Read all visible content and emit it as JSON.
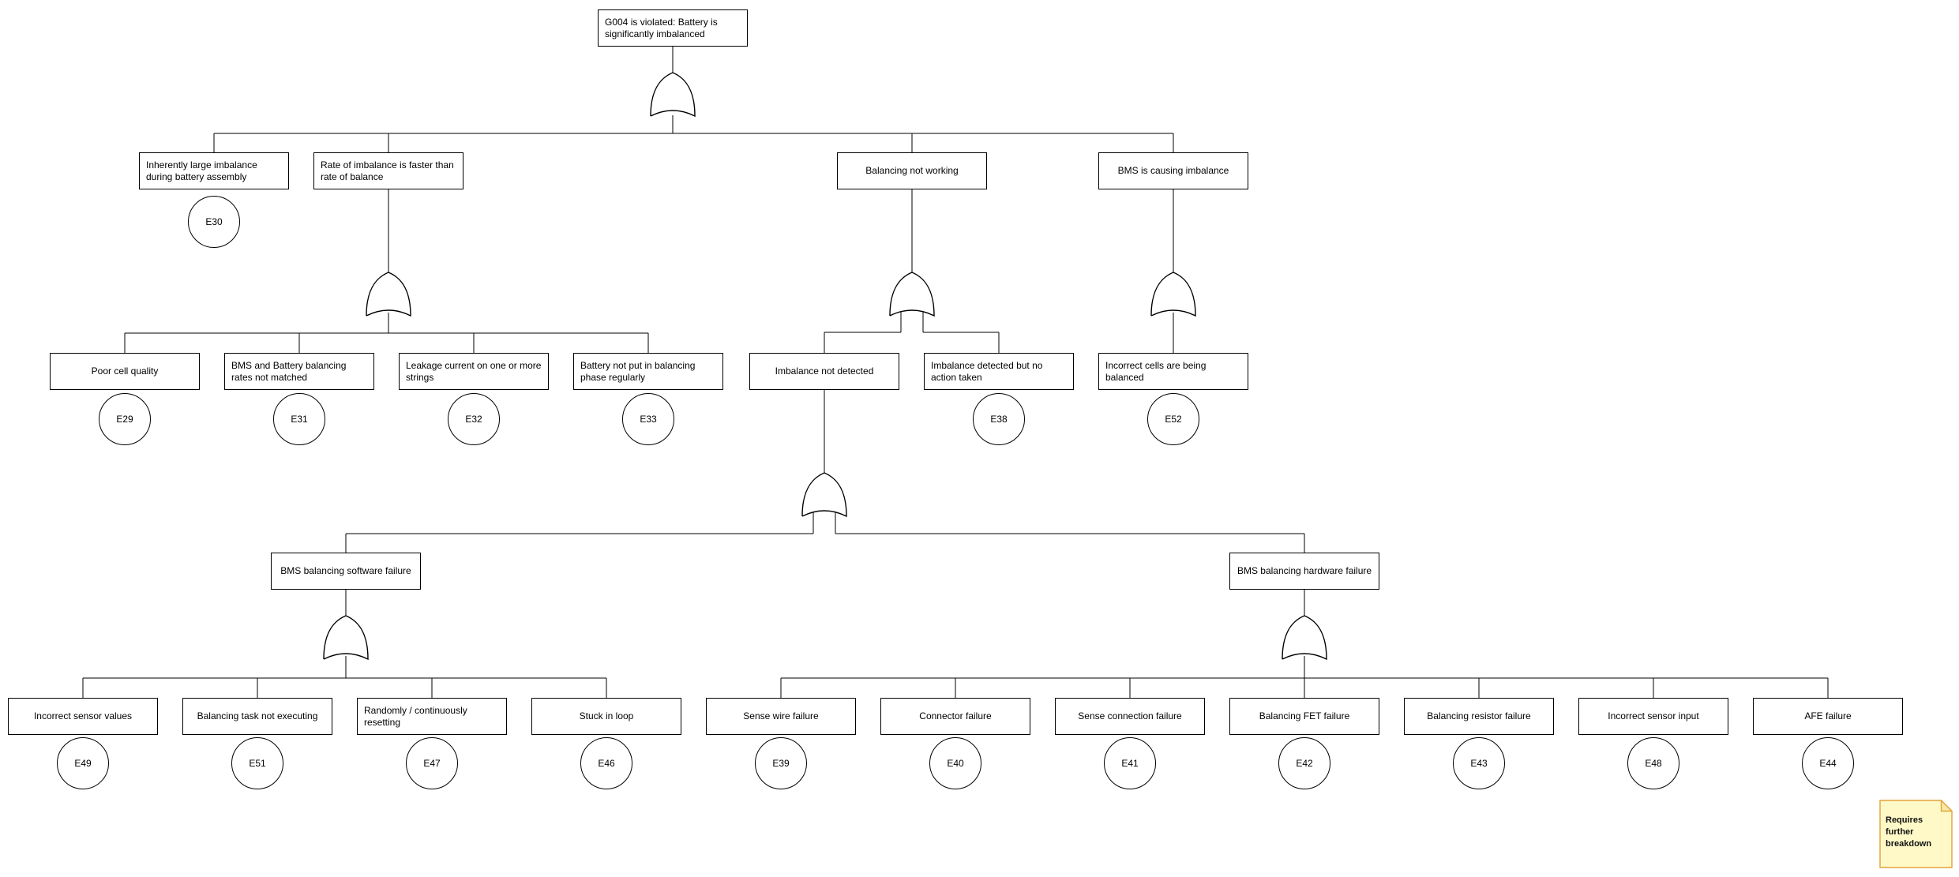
{
  "diagram_type": "fault-tree",
  "gate_type": "OR",
  "nodes": [
    {
      "id": "n1",
      "label": "G004 is violated: Battery is significantly imbalanced"
    },
    {
      "id": "n2",
      "label": "Inherently large imbalance during battery assembly",
      "code": "E30"
    },
    {
      "id": "n3",
      "label": "Rate of imbalance is faster than rate of balance"
    },
    {
      "id": "n4",
      "label": "Balancing not working"
    },
    {
      "id": "n5",
      "label": "BMS is causing imbalance"
    },
    {
      "id": "n6",
      "label": "Poor cell quality",
      "code": "E29"
    },
    {
      "id": "n7",
      "label": "BMS and Battery balancing rates not matched",
      "code": "E31"
    },
    {
      "id": "n8",
      "label": "Leakage current on one or more strings",
      "code": "E32"
    },
    {
      "id": "n9",
      "label": "Battery not put in balancing phase regularly",
      "code": "E33"
    },
    {
      "id": "n10",
      "label": "Imbalance not detected"
    },
    {
      "id": "n11",
      "label": "Imbalance detected but no action taken",
      "code": "E38"
    },
    {
      "id": "n12",
      "label": "Incorrect cells are being balanced",
      "code": "E52"
    },
    {
      "id": "n13",
      "label": "BMS balancing software failure"
    },
    {
      "id": "n14",
      "label": "BMS balancing hardware failure"
    },
    {
      "id": "n15",
      "label": "Incorrect sensor values",
      "code": "E49"
    },
    {
      "id": "n16",
      "label": "Balancing task not executing",
      "code": "E51"
    },
    {
      "id": "n17",
      "label": "Randomly / continuously resetting",
      "code": "E47"
    },
    {
      "id": "n18",
      "label": "Stuck in loop",
      "code": "E46"
    },
    {
      "id": "n19",
      "label": "Sense wire failure",
      "code": "E39"
    },
    {
      "id": "n20",
      "label": "Connector failure",
      "code": "E40"
    },
    {
      "id": "n21",
      "label": "Sense connection failure",
      "code": "E41"
    },
    {
      "id": "n22",
      "label": "Balancing FET failure",
      "code": "E42"
    },
    {
      "id": "n23",
      "label": "Balancing resistor failure",
      "code": "E43"
    },
    {
      "id": "n24",
      "label": "Incorrect sensor input",
      "code": "E48"
    },
    {
      "id": "n25",
      "label": "AFE failure",
      "code": "E44"
    }
  ],
  "note": {
    "text": "Requires further breakdown"
  },
  "colors": {
    "line": "#000000",
    "box_border": "#000000",
    "box_fill": "#ffffff",
    "note_fill": "#FFF9C8",
    "note_fold": "#F7E9A4",
    "note_border": "#E2A33C"
  }
}
